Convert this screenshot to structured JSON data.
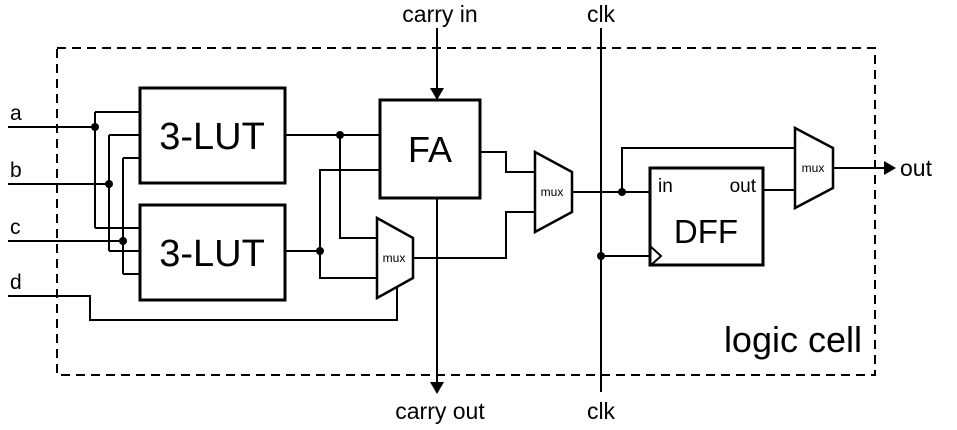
{
  "diagram": {
    "type": "circuit-diagram",
    "title": "logic cell",
    "colors": {
      "stroke": "#000000",
      "background": "#ffffff"
    },
    "inputs": {
      "a": "a",
      "b": "b",
      "c": "c",
      "d": "d",
      "carry_in": "carry in",
      "clk_top": "clk",
      "clk_bottom": "clk"
    },
    "outputs": {
      "out": "out",
      "carry_out": "carry out"
    },
    "components": {
      "lut1": "3-LUT",
      "lut2": "3-LUT",
      "fa": "FA",
      "mux1": "mux",
      "mux2": "mux",
      "mux3": "mux",
      "dff": "DFF",
      "dff_in_pin": "in",
      "dff_out_pin": "out"
    }
  }
}
